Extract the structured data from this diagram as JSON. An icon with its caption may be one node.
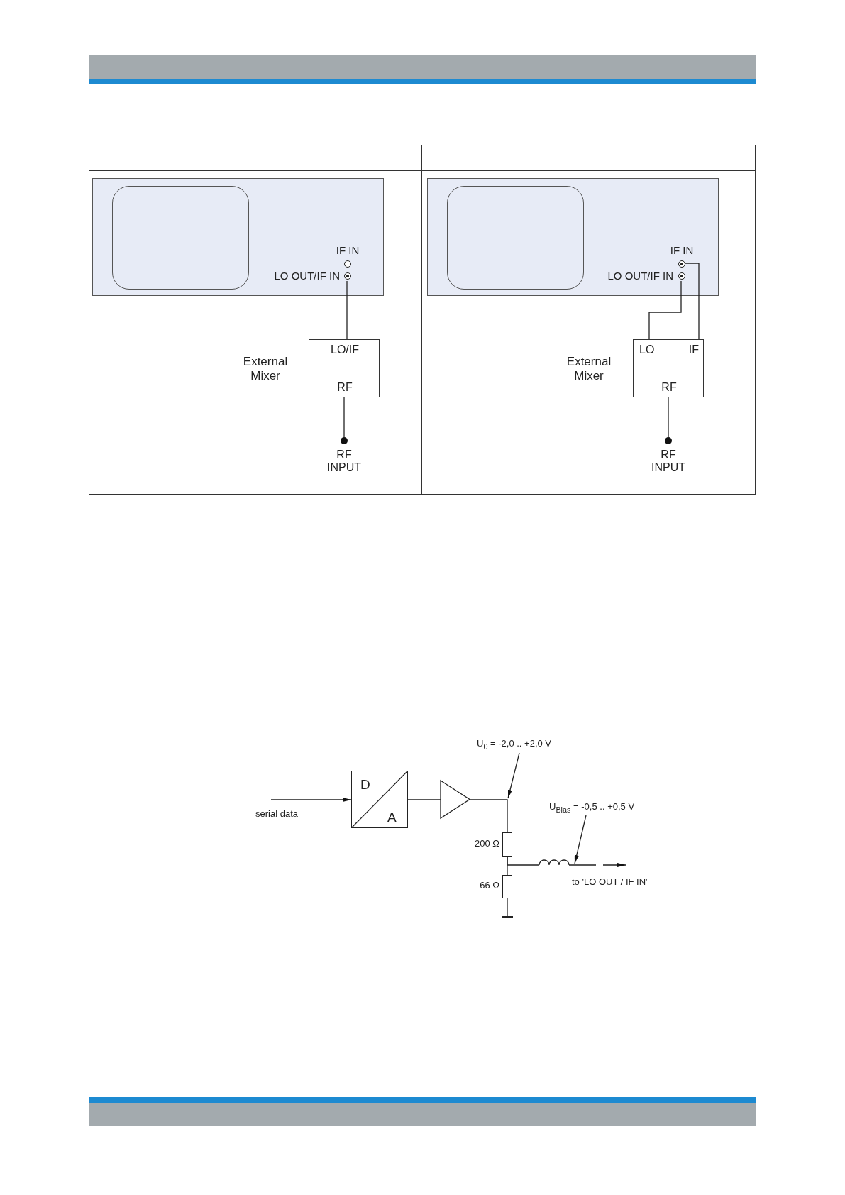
{
  "diagram": {
    "nodes": [
      {
        "text": [],
        "shape": "box"
      },
      {
        "text": [],
        "shape": "box",
        "in": 0
      },
      {
        "text": [
          "IF IN"
        ],
        "in": 0
      },
      {
        "text": [
          "LO OUT/IF IN"
        ],
        "in": 0
      },
      {
        "text": [
          "LO/IF",
          "RF"
        ],
        "beside": [
          "External Mixer"
        ]
      },
      {
        "text": [
          "RF INPUT"
        ]
      },
      {
        "text": [],
        "shape": "box"
      },
      {
        "text": [],
        "shape": "box",
        "in": 6
      },
      {
        "text": [
          "IF IN"
        ],
        "in": 6
      },
      {
        "text": [
          "LO OUT/IF IN"
        ],
        "in": 6
      },
      {
        "text": [
          "LO",
          "IF",
          "RF"
        ],
        "beside": [
          "External Mixer"
        ]
      },
      {
        "text": [
          "RF INPUT"
        ]
      },
      {
        "text": [
          "D",
          "A"
        ]
      },
      {
        "text": [],
        "shape": "triangle"
      },
      {
        "text": [
          "U$_{0}$ = -2,0 .. +2,0 V"
        ]
      },
      {
        "text": [],
        "shape": "box",
        "beside": [
          "200 Ω"
        ]
      },
      {
        "text": [
          "U$_{Bias}$ = -0,5 .. +0,5 V"
        ]
      },
      {
        "text": [],
        "shape": "coil"
      },
      {
        "text": [],
        "shape": "box",
        "beside": [
          "66 Ω"
        ]
      },
      {
        "text": [],
        "shape": "bar"
      }
    ],
    "edges": [
      {
        "from": 3,
        "to": 4,
        "arrow": "none"
      },
      {
        "from": 4,
        "to": 5,
        "arrow": "none"
      },
      {
        "from": 9,
        "to": 10,
        "arrow": "none"
      },
      {
        "from": 8,
        "to": 10,
        "arrow": "none"
      },
      {
        "from": 10,
        "to": 11,
        "arrow": "none"
      },
      {
        "from": null,
        "to": 12,
        "arrow": "to",
        "label": "serial data"
      },
      {
        "from": 12,
        "to": 13,
        "arrow": "none"
      },
      {
        "from": 13,
        "to": 15,
        "arrow": "none"
      },
      {
        "from": 14,
        "to": null,
        "arrow": "to"
      },
      {
        "from": 15,
        "to": 18,
        "arrow": "none"
      },
      {
        "from": 15,
        "to": 17,
        "arrow": "none"
      },
      {
        "from": 16,
        "to": 17,
        "arrow": "to"
      },
      {
        "from": 17,
        "to": null,
        "arrow": "to",
        "label": "to 'LO OUT / IF IN'"
      },
      {
        "from": 18,
        "to": 19,
        "arrow": "none"
      }
    ]
  }
}
